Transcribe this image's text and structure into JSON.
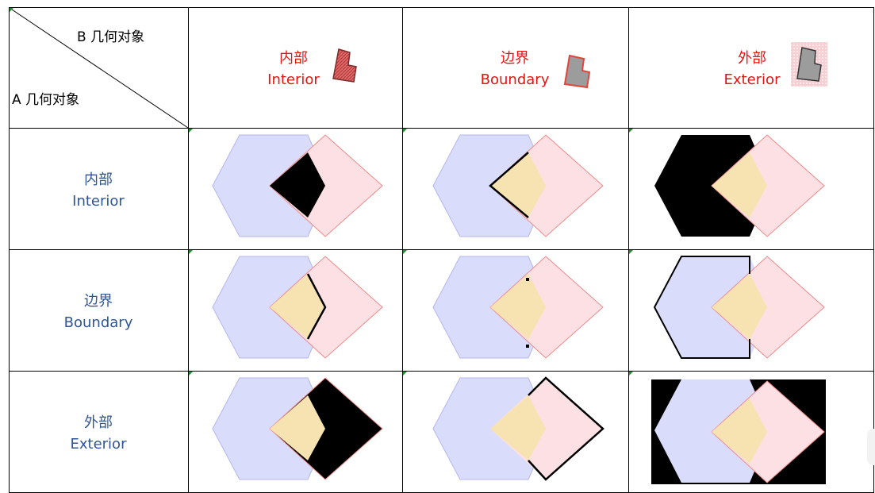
{
  "header": {
    "b_label": "B 几何对象",
    "a_label": "A 几何对象"
  },
  "columns": [
    {
      "zh": "内部",
      "en": "Interior",
      "icon": "polygon-interior-icon"
    },
    {
      "zh": "边界",
      "en": "Boundary",
      "icon": "polygon-boundary-icon"
    },
    {
      "zh": "外部",
      "en": "Exterior",
      "icon": "polygon-exterior-icon"
    }
  ],
  "rows": [
    {
      "zh": "内部",
      "en": "Interior"
    },
    {
      "zh": "边界",
      "en": "Boundary"
    },
    {
      "zh": "外部",
      "en": "Exterior"
    }
  ],
  "colors": {
    "hexagon_fill": "#dadcfb",
    "hexagon_stroke": "#b3b6ee",
    "diamond_fill": "#fde0e3",
    "diamond_stroke": "#f08a8a",
    "overlap_fill": "#f7e3b2",
    "highlight": "#000000",
    "column_header_text": "#e4140f",
    "row_header_text": "#2f5597",
    "grid": "#000000"
  }
}
